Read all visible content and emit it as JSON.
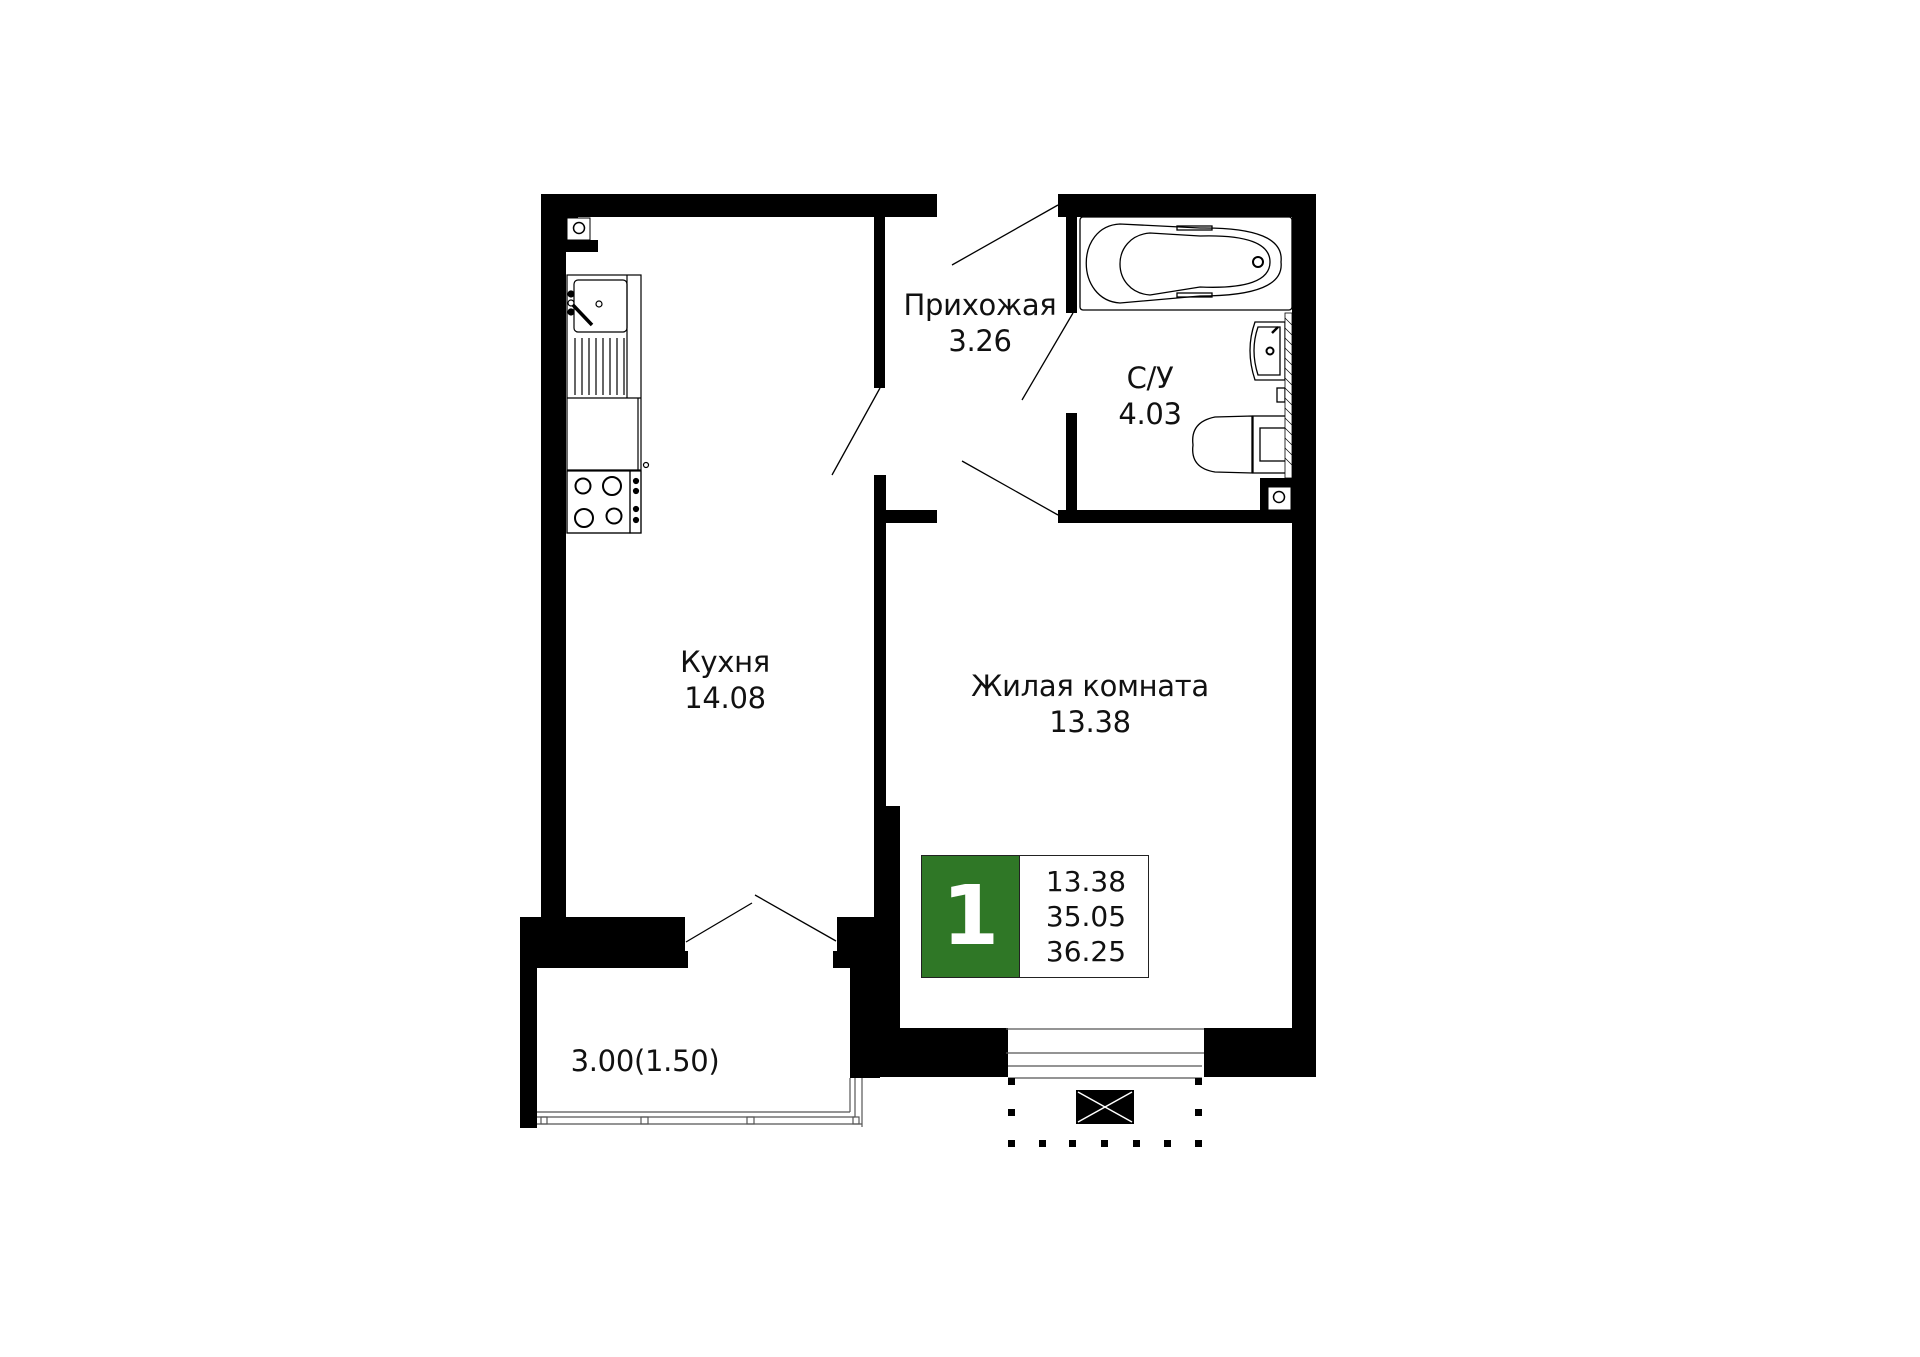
{
  "plan": {
    "rooms": [
      {
        "id": "hallway",
        "name": "Прихожая",
        "area": "3.26"
      },
      {
        "id": "bathroom",
        "name": "С/У",
        "area": "4.03"
      },
      {
        "id": "kitchen",
        "name": "Кухня",
        "area": "14.08"
      },
      {
        "id": "living-room",
        "name": "Жилая комната",
        "area": "13.38"
      },
      {
        "id": "balcony",
        "name": "",
        "area": "3.00(1.50)"
      }
    ],
    "info_box": {
      "rooms_count": "1",
      "living_area": "13.38",
      "total_area": "35.05",
      "total_area_with_balcony": "36.25",
      "accent_color": "#2f7726"
    },
    "icons": [
      "ventilation-shaft-icon",
      "sink-icon",
      "stove-icon",
      "bathtub-icon",
      "washbasin-icon",
      "toilet-icon",
      "air-conditioner-icon"
    ]
  }
}
